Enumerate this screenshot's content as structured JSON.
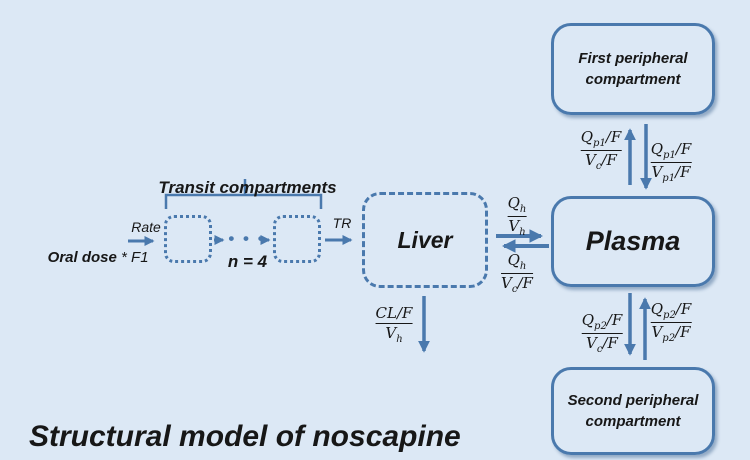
{
  "colors": {
    "background": "#dce8f5",
    "stroke": "#4a79ad",
    "text": "#171717"
  },
  "caption": "Structural model of noscapine",
  "transit": {
    "title": "Transit compartments",
    "subtitle": "n = 4",
    "rate_label": "Rate",
    "tr_label": "TR",
    "ellipsis": "• • •"
  },
  "input": {
    "dose_bold": "Oral dose",
    "dose_rest": " * F1"
  },
  "compartments": {
    "liver": "Liver",
    "plasma": "Plasma",
    "first_peripheral_line1": "First peripheral",
    "first_peripheral_line2": "compartment",
    "second_peripheral_line1": "Second peripheral",
    "second_peripheral_line2": "compartment"
  },
  "rate_constants": {
    "liver_to_plasma": {
      "num": "Q_h",
      "den": "V_h"
    },
    "plasma_to_liver": {
      "num": "Q_h",
      "den": "V_c/F"
    },
    "hepatic_elimination": {
      "num": "CL/F",
      "den": "V_h"
    },
    "plasma_to_first_peripheral": {
      "num": "Q_p1/F",
      "den": "V_c/F"
    },
    "first_peripheral_to_plasma": {
      "num": "Q_p1/F",
      "den": "V_p1/F"
    },
    "plasma_to_second_peripheral": {
      "num": "Q_p2/F",
      "den": "V_c/F"
    },
    "second_peripheral_to_plasma": {
      "num": "Q_p2/F",
      "den": "V_p2/F"
    }
  }
}
